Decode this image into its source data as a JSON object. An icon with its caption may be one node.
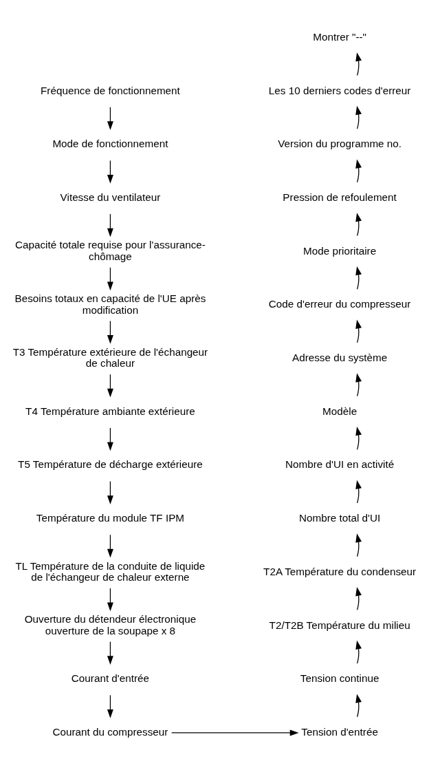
{
  "diagram": {
    "nodes": [
      {
        "text": [
          "Fréquence de fonctionnement"
        ]
      },
      {
        "text": [
          "Mode de fonctionnement"
        ]
      },
      {
        "text": [
          "Vitesse du ventilateur"
        ]
      },
      {
        "text": [
          "Capacité totale requise pour l'assurance-chômage"
        ]
      },
      {
        "text": [
          "Besoins totaux en capacité de l'UE après modification"
        ]
      },
      {
        "text": [
          "T3 Température extérieure de l'échangeur de chaleur"
        ]
      },
      {
        "text": [
          "T4 Température ambiante extérieure"
        ]
      },
      {
        "text": [
          "T5 Température de décharge extérieure"
        ]
      },
      {
        "text": [
          "Température du module TF IPM"
        ]
      },
      {
        "text": [
          "TL Température de la conduite de liquide de l'échangeur de chaleur externe"
        ]
      },
      {
        "text": [
          "Ouverture du détendeur électronique ouverture de la soupape x 8"
        ]
      },
      {
        "text": [
          "Courant d'entrée"
        ]
      },
      {
        "text": [
          "Courant du compresseur"
        ]
      },
      {
        "text": [
          "Montrer \"--\""
        ]
      },
      {
        "text": [
          "Les 10 derniers codes d'erreur"
        ]
      },
      {
        "text": [
          "Version du programme no."
        ]
      },
      {
        "text": [
          "Pression de refoulement"
        ]
      },
      {
        "text": [
          "Mode prioritaire"
        ]
      },
      {
        "text": [
          "Code d'erreur du compresseur"
        ]
      },
      {
        "text": [
          "Adresse du système"
        ]
      },
      {
        "text": [
          "Modèle"
        ]
      },
      {
        "text": [
          "Nombre d'UI en activité"
        ]
      },
      {
        "text": [
          "Nombre total d'UI"
        ]
      },
      {
        "text": [
          "T2A Température du condenseur"
        ]
      },
      {
        "text": [
          "T2/T2B Température du milieu"
        ]
      },
      {
        "text": [
          "Tension continue"
        ]
      },
      {
        "text": [
          "Tension d'entrée"
        ]
      }
    ],
    "edges": [
      {
        "from": 0,
        "to": 1,
        "arrow": "to"
      },
      {
        "from": 1,
        "to": 2,
        "arrow": "to"
      },
      {
        "from": 2,
        "to": 3,
        "arrow": "to"
      },
      {
        "from": 3,
        "to": 4,
        "arrow": "to"
      },
      {
        "from": 4,
        "to": 5,
        "arrow": "to"
      },
      {
        "from": 5,
        "to": 6,
        "arrow": "to"
      },
      {
        "from": 6,
        "to": 7,
        "arrow": "to"
      },
      {
        "from": 7,
        "to": 8,
        "arrow": "to"
      },
      {
        "from": 8,
        "to": 9,
        "arrow": "to"
      },
      {
        "from": 9,
        "to": 10,
        "arrow": "to"
      },
      {
        "from": 10,
        "to": 11,
        "arrow": "to"
      },
      {
        "from": 11,
        "to": 12,
        "arrow": "to"
      },
      {
        "from": 12,
        "to": 26,
        "arrow": "to"
      },
      {
        "from": 26,
        "to": 25,
        "arrow": "to"
      },
      {
        "from": 25,
        "to": 24,
        "arrow": "to"
      },
      {
        "from": 24,
        "to": 23,
        "arrow": "to"
      },
      {
        "from": 23,
        "to": 22,
        "arrow": "to"
      },
      {
        "from": 22,
        "to": 21,
        "arrow": "to"
      },
      {
        "from": 21,
        "to": 20,
        "arrow": "to"
      },
      {
        "from": 20,
        "to": 19,
        "arrow": "to"
      },
      {
        "from": 19,
        "to": 18,
        "arrow": "to"
      },
      {
        "from": 18,
        "to": 17,
        "arrow": "to"
      },
      {
        "from": 17,
        "to": 16,
        "arrow": "to"
      },
      {
        "from": 16,
        "to": 15,
        "arrow": "to"
      },
      {
        "from": 15,
        "to": 14,
        "arrow": "to"
      },
      {
        "from": 14,
        "to": 13,
        "arrow": "to"
      }
    ]
  }
}
